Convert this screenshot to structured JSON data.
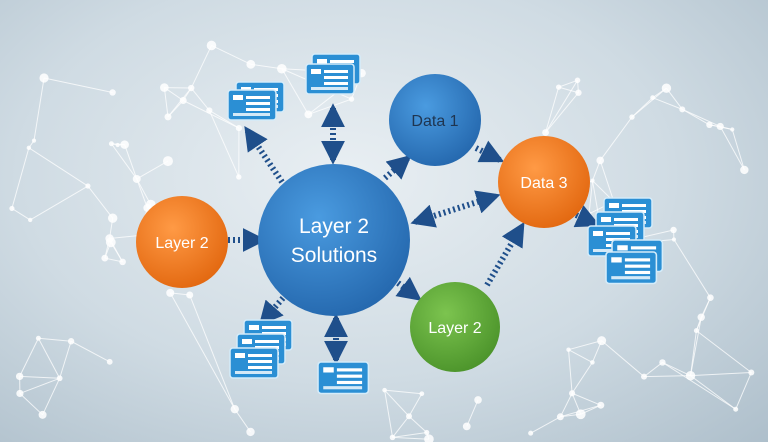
{
  "diagram": {
    "center": {
      "line1": "Layer 2",
      "line2": "Solutions",
      "color": "#2f7fc6"
    },
    "nodes": {
      "data1": {
        "label": "Data 1",
        "color": "#2f7fc6"
      },
      "data3": {
        "label": "Data 3",
        "color": "#f07a21"
      },
      "layer2a": {
        "label": "Layer 2",
        "color": "#f07a21"
      },
      "layer2b": {
        "label": "Layer 2",
        "color": "#5ea835"
      }
    },
    "colors": {
      "arrow": "#1f4f8b",
      "document": "#2b8fd4",
      "document_frame": "#bfe0f5",
      "network_line": "#ffffff"
    },
    "icons": [
      "document-stack-icon",
      "network-mesh-icon"
    ]
  }
}
